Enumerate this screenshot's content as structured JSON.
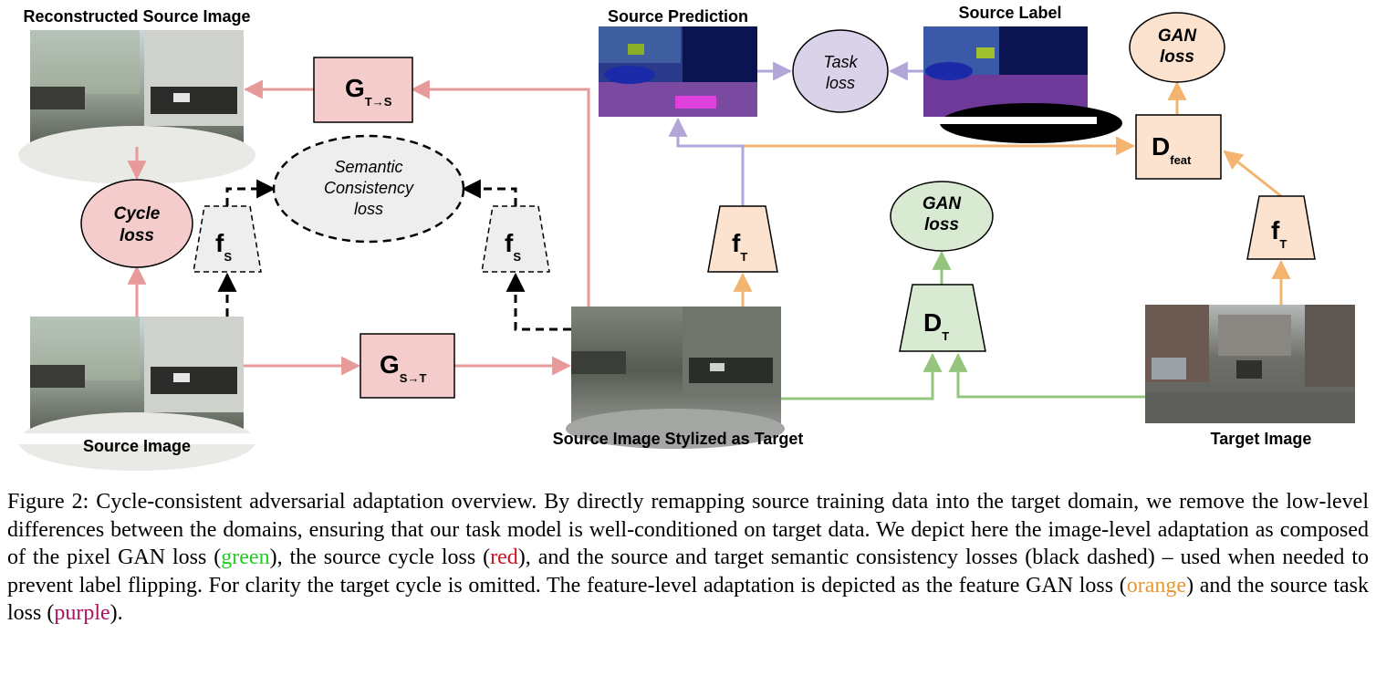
{
  "diagram": {
    "image_labels": {
      "reconstructed": "Reconstructed Source Image",
      "source": "Source Image",
      "stylized": "Source Image Stylized as Target",
      "source_prediction": "Source Prediction",
      "source_label": "Source Label",
      "target": "Target Image"
    },
    "nodes": {
      "g_t_s": {
        "main": "G",
        "sub": "T→S"
      },
      "g_s_t": {
        "main": "G",
        "sub": "S→T"
      },
      "cycle_loss": [
        "Cycle",
        "loss"
      ],
      "semantic_loss": [
        "Semantic",
        "Consistency",
        "loss"
      ],
      "fs_left": {
        "main": "f",
        "sub": "S"
      },
      "fs_right": {
        "main": "f",
        "sub": "S"
      },
      "ft_mid": {
        "main": "f",
        "sub": "T"
      },
      "ft_right": {
        "main": "f",
        "sub": "T"
      },
      "task_loss": [
        "Task",
        "loss"
      ],
      "gan_loss_top": [
        "GAN",
        "loss"
      ],
      "gan_loss_mid": [
        "GAN",
        "loss"
      ],
      "d_feat": {
        "main": "D",
        "sub": "feat"
      },
      "d_t": {
        "main": "D",
        "sub": "T"
      }
    },
    "colors": {
      "red": "#e89a9a",
      "red_fill": "#f5cccc",
      "orange": "#f2b46e",
      "orange_fill": "#fbe3cf",
      "green": "#95c47d",
      "green_fill": "#d9ead3",
      "purple": "#b1a6d6",
      "purple_fill": "#d9d2e9",
      "gray_fill": "#eeeeee"
    }
  },
  "caption": {
    "part1": "Figure 2: Cycle-consistent adversarial adaptation overview. By directly remapping source training data into the target domain, we remove the low-level differences between the domains, ensuring that our task model is well-conditioned on target data. We depict here the image-level adaptation as composed of the pixel GAN loss (",
    "green": "green",
    "part2": "), the source cycle loss (",
    "red": "red",
    "part3": "), and the source and target semantic consistency losses (black dashed) – used when needed to prevent label flipping. For clarity the target cycle is omitted. The feature-level adaptation is depicted as the feature GAN loss (",
    "orange": "orange",
    "part4": ") and the source task loss (",
    "purple": "purple",
    "part5": ")."
  }
}
